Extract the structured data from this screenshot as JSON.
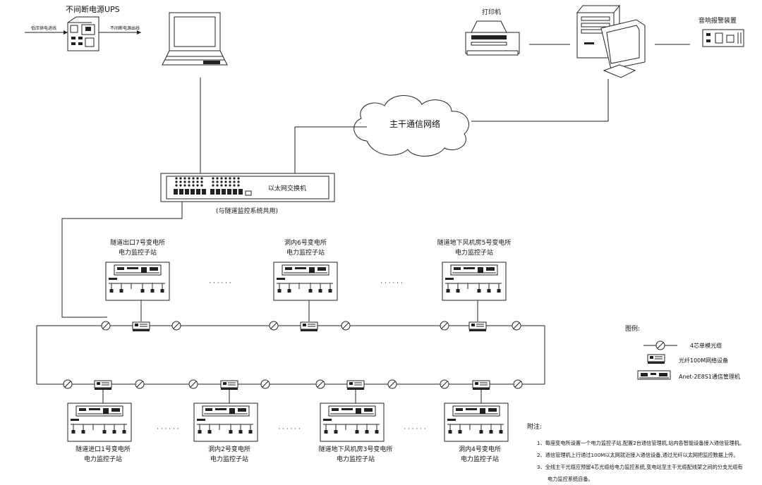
{
  "ups": {
    "title": "不间断电源UPS",
    "input_label": "低压供电进线",
    "output_label": "不间断电源出线"
  },
  "printer_label": "打印机",
  "alarm_label": "音响报警装置",
  "network_label": "主干通信网络",
  "switch": {
    "label": "以太网交换机",
    "note": "(与隧道监控系统共用)"
  },
  "top_substations": [
    {
      "line1": "隧道出口7号变电所",
      "line2": "电力监控子站"
    },
    {
      "line1": "洞内6号变电所",
      "line2": "电力监控子站"
    },
    {
      "line1": "隧道地下风机房5号变电所",
      "line2": "电力监控子站"
    }
  ],
  "bottom_substations": [
    {
      "line1": "隧道进口1号变电所",
      "line2": "电力监控子站"
    },
    {
      "line1": "洞内2号变电所",
      "line2": "电力监控子站"
    },
    {
      "line1": "隧道地下风机房3号变电所",
      "line2": "电力监控子站"
    },
    {
      "line1": "洞内4号变电所",
      "line2": "电力监控子站"
    }
  ],
  "ellipsis": "· · · · · ·",
  "legend": {
    "title": "图例:",
    "items": [
      {
        "symbol": "cable-icon",
        "label": "4芯单模光缆"
      },
      {
        "symbol": "fiber-device-icon",
        "label": "光纤100M网络设备"
      },
      {
        "symbol": "comm-manager-icon",
        "label": "Anet-2E8S1通信管理机"
      }
    ]
  },
  "notes": {
    "title": "附注:",
    "items": [
      "1、每座变电所设置一个电力监控子站,配置2台通信管理机,站内各智能设备接入通信管理机。",
      "2、通信管理机上行通过100M以太网就近接入通信设备,通过光纤以太网把监控数据上传。",
      "3、全线主干光缆应预留4芯光缆给电力监控系统,变电站至主干光缆配线架之间的分支光缆有"
    ],
    "continuation": "电力监控系统自备。"
  }
}
